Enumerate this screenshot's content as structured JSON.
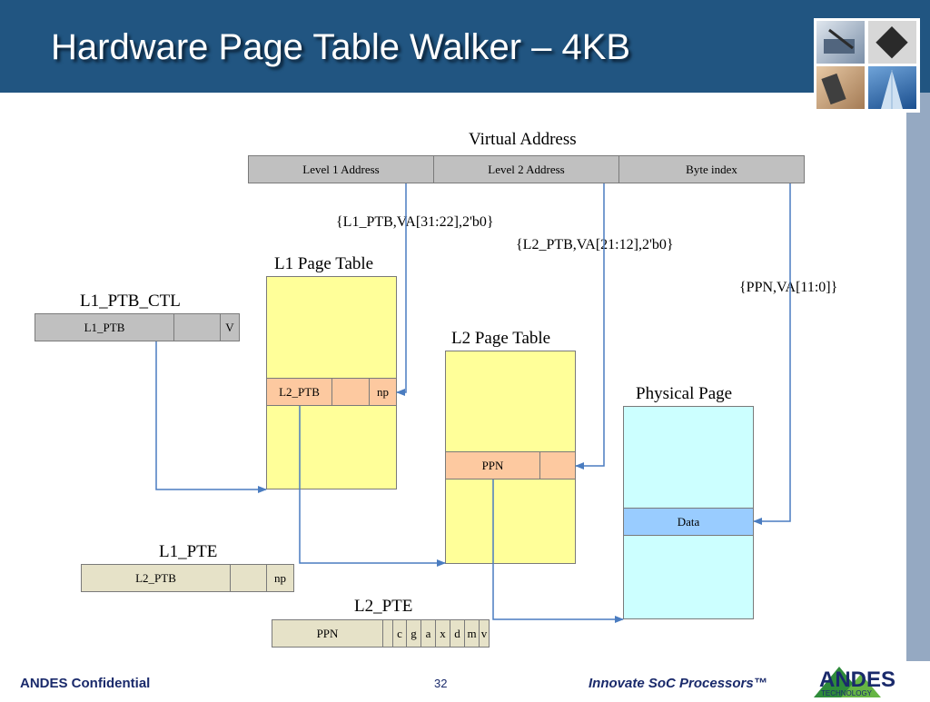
{
  "slide": {
    "title": "Hardware Page Table Walker – 4KB",
    "page_number": "32",
    "confidential": "ANDES Confidential",
    "tagline": "Innovate SoC Processors™",
    "logo_text": "ANDES",
    "logo_sub": "TECHNOLOGY"
  },
  "virtual_address": {
    "label": "Virtual Address",
    "fields": [
      "Level 1 Address",
      "Level 2 Address",
      "Byte index"
    ]
  },
  "formulas": {
    "l1": "{L1_PTB,VA[31:22],2'b0}",
    "l2": "{L2_PTB,VA[21:12],2'b0}",
    "phys": "{PPN,VA[11:0]}"
  },
  "l1_ptb_ctl": {
    "label": "L1_PTB_CTL",
    "ptb": "L1_PTB",
    "v": "V"
  },
  "l1_page_table": {
    "label": "L1 Page Table",
    "entry_ptb": "L2_PTB",
    "entry_np": "np"
  },
  "l2_page_table": {
    "label": "L2 Page Table",
    "entry_ppn": "PPN"
  },
  "physical_page": {
    "label": "Physical Page",
    "data": "Data"
  },
  "l1_pte": {
    "label": "L1_PTE",
    "ptb": "L2_PTB",
    "np": "np"
  },
  "l2_pte": {
    "label": "L2_PTE",
    "ppn": "PPN",
    "bits": [
      "c",
      "g",
      "a",
      "x",
      "d",
      "m",
      "v"
    ]
  },
  "colors": {
    "header": "#215581",
    "yellow_table": "#ffff99",
    "orange_entry": "#fdc9a0",
    "cyan_page": "#ccffff",
    "blue_data": "#99ccff",
    "grey_field": "#c0c0c0",
    "beige_pte": "#e6e2c8",
    "wire": "#4a7cc0"
  },
  "icons": [
    "stylus-photo-icon",
    "chip-photo-icon",
    "phone-photo-icon",
    "building-photo-icon",
    "andes-logo-icon"
  ]
}
